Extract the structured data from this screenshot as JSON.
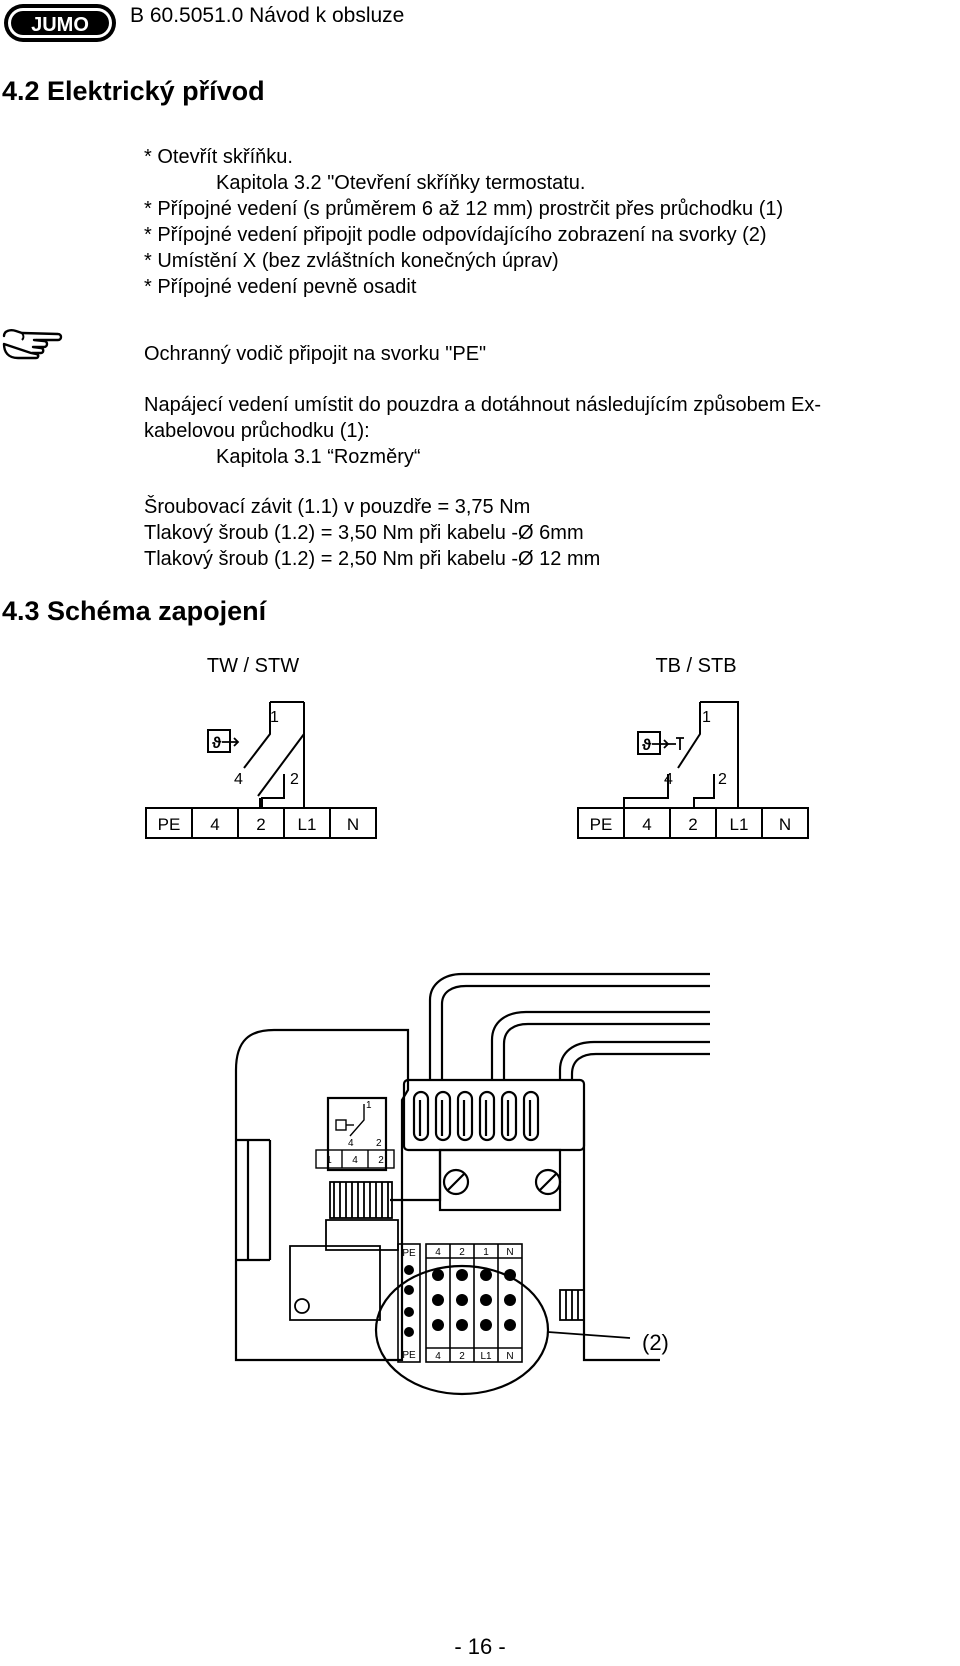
{
  "header": {
    "logo_text": "JUMO",
    "doc_title": "B 60.5051.0 Návod k obsluze"
  },
  "section_42": {
    "title": "4.2 Elektrický přívod",
    "steps": [
      "* Otevřít skříňku.",
      "Kapitola 3.2 \"Otevření skříňky termostatu.",
      "* Přípojné vedení (s průměrem 6 až 12 mm) prostrčit přes průchodku (1)",
      "* Přípojné vedení připojit podle odpovídajícího zobrazení na svorky (2)",
      "* Umístění X (bez zvláštních konečných úprav)",
      "* Přípojné vedení pevně osadit"
    ],
    "note_icon": "pointing-hand-icon",
    "note": "Ochranný vodič připojit na svorku \"PE\"",
    "cable_text_1": "Napájecí vedení umístit do pouzdra a dotáhnout následujícím způsobem Ex-",
    "cable_text_2": "kabelovou průchodku (1):",
    "cable_ref": "Kapitola 3.1 “Rozměry“",
    "torques": [
      "Šroubovací závit (1.1) v pouzdře = 3,75 Nm",
      "Tlakový šroub (1.2) = 3,50 Nm při kabelu -Ø 6mm",
      "Tlakový šroub (1.2) = 2,50 Nm při kabelu -Ø 12 mm"
    ]
  },
  "section_43": {
    "title": "4.3 Schéma zapojení",
    "schemes": [
      {
        "title": "TW / STW",
        "contacts": [
          "1",
          "4",
          "2"
        ],
        "terminals": [
          "PE",
          "4",
          "2",
          "L1",
          "N"
        ]
      },
      {
        "title": "TB / STB",
        "contacts": [
          "1",
          "4",
          "2"
        ],
        "terminals": [
          "PE",
          "4",
          "2",
          "L1",
          "N"
        ]
      }
    ],
    "device_figure": {
      "mini_contacts": [
        "1",
        "4",
        "2"
      ],
      "mini_terminals": [
        "1",
        "4",
        "2"
      ],
      "terminal_labels_top": [
        "4",
        "2",
        "1",
        "N"
      ],
      "terminal_labels_bottom": [
        "4",
        "2",
        "L1",
        "N"
      ],
      "pe_label": "PE",
      "callout": "(2)"
    }
  },
  "footer": {
    "page_number": "- 16 -"
  }
}
